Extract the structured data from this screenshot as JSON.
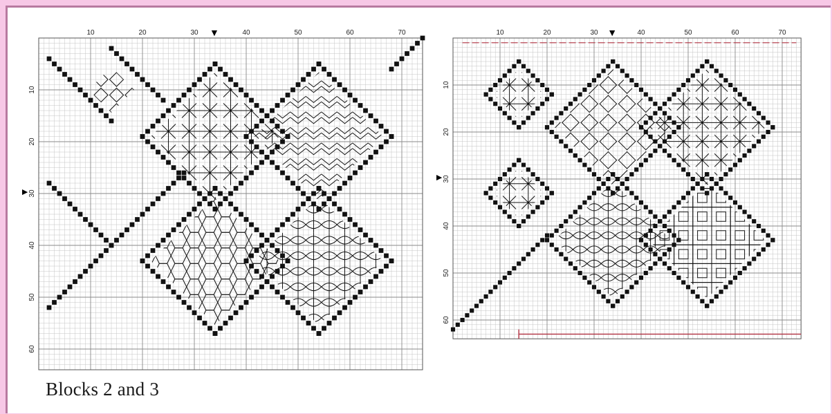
{
  "caption": "Blocks 2 and 3",
  "colors": {
    "background_border": "#f7c8e6",
    "grid_line": "#c4c4c4",
    "grid_major": "#8a8a8a",
    "stitch": "#111111",
    "gold": "#c9a24a",
    "rust": "#a0522d",
    "red_line": "#b03040"
  },
  "charts": [
    {
      "id": "left",
      "x_ticks": [
        "10",
        "20",
        "30",
        "40",
        "50",
        "60",
        "70"
      ],
      "y_ticks": [
        "10",
        "20",
        "30",
        "40",
        "50",
        "60"
      ],
      "center_marker": "▼",
      "center_x": 34,
      "center_y": 30
    },
    {
      "id": "right",
      "x_ticks": [
        "10",
        "20",
        "30",
        "40",
        "50",
        "60",
        "70"
      ],
      "y_ticks": [
        "10",
        "20",
        "30",
        "40",
        "50",
        "60"
      ],
      "center_marker": "▼",
      "center_x": 34,
      "center_y": 30
    }
  ]
}
